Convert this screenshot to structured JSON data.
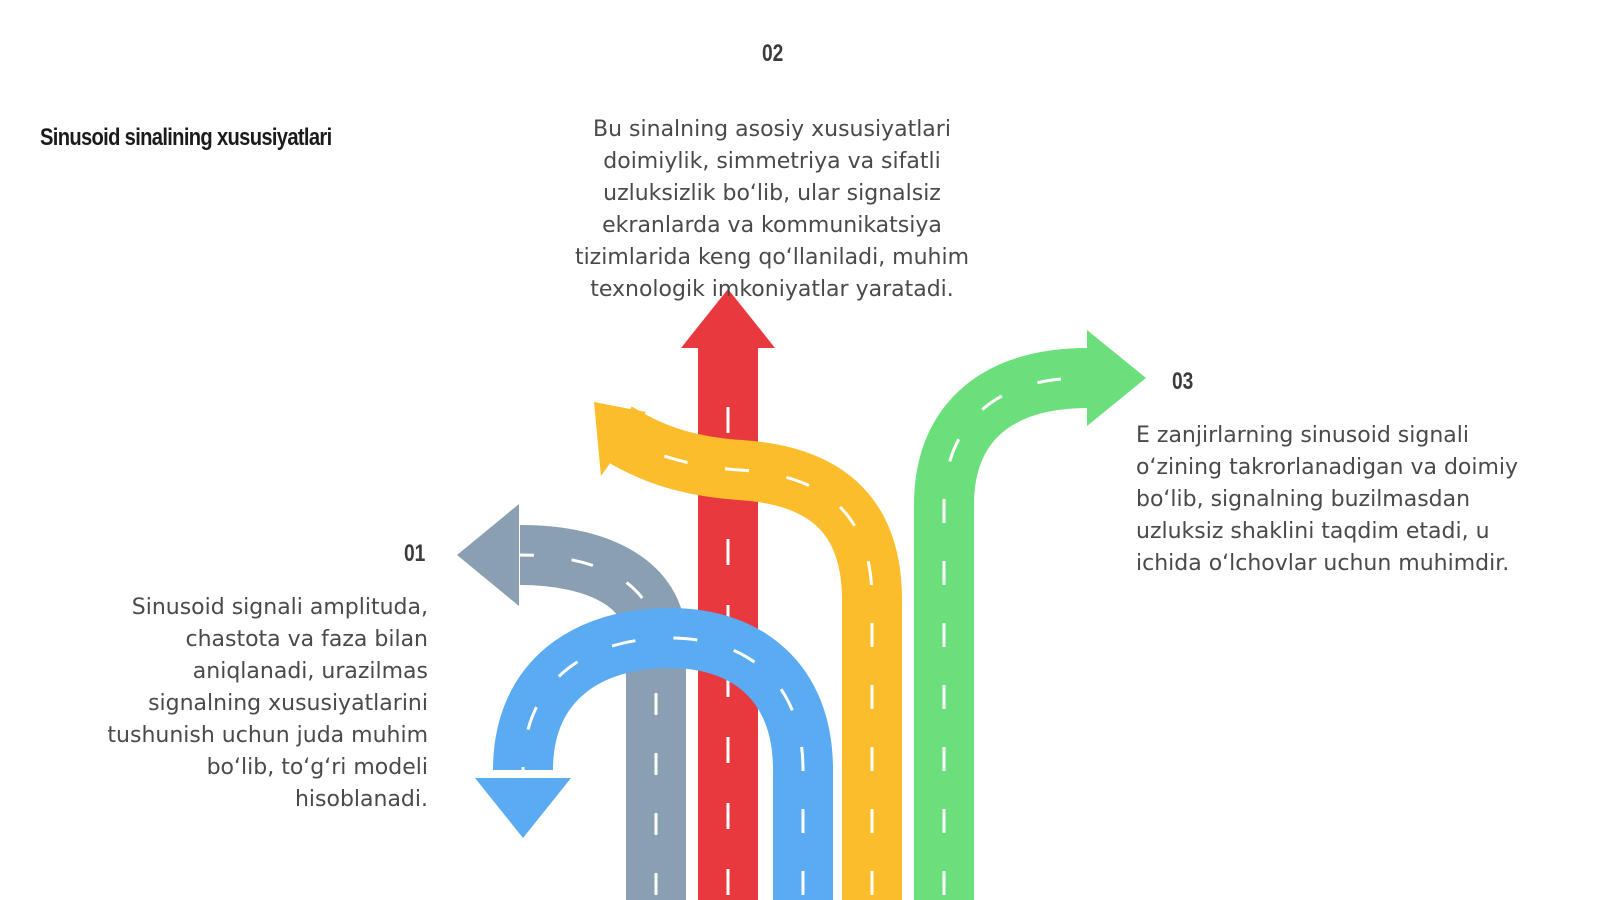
{
  "slide": {
    "title": "Sinusoid sinalining xususiyatlari"
  },
  "items": [
    {
      "number": "01",
      "text": "Sinusoid signali amplituda, chastota va faza bilan aniqlanadi, urazilmas signalning xususiyatlarini tushunish uchun juda muhim bo‘lib, to‘g‘ri modeli hisoblanadi.",
      "color": "#8aa0b2"
    },
    {
      "number": "02",
      "text": "Bu sinalning asosiy xususiyatlari doimiylik, simmetriya va sifatli uzluksizlik bo‘lib, ular signalsiz ekranlarda va kommunikatsiya tizimlarida keng qo‘llaniladi, muhim texnologik imkoniyatlar yaratadi.",
      "color": "#e83a3e"
    },
    {
      "number": "03",
      "text": "E zanjirlarning sinusoid signali o‘zining takrorlanadigan va doimiy bo‘lib, signalning buzilmasdan uzluksiz shaklini taqdim etadi, u ichida o‘lchovlar uchun muhimdir.",
      "color": "#6bdf7b"
    }
  ],
  "arrows": [
    {
      "name": "gray-arrow-icon",
      "color": "#8aa0b2"
    },
    {
      "name": "red-arrow-icon",
      "color": "#e83a3e"
    },
    {
      "name": "yellow-arrow-icon",
      "color": "#fbbd2c"
    },
    {
      "name": "green-arrow-icon",
      "color": "#6bdf7b"
    },
    {
      "name": "blue-arrow-icon",
      "color": "#5aabf2"
    }
  ]
}
